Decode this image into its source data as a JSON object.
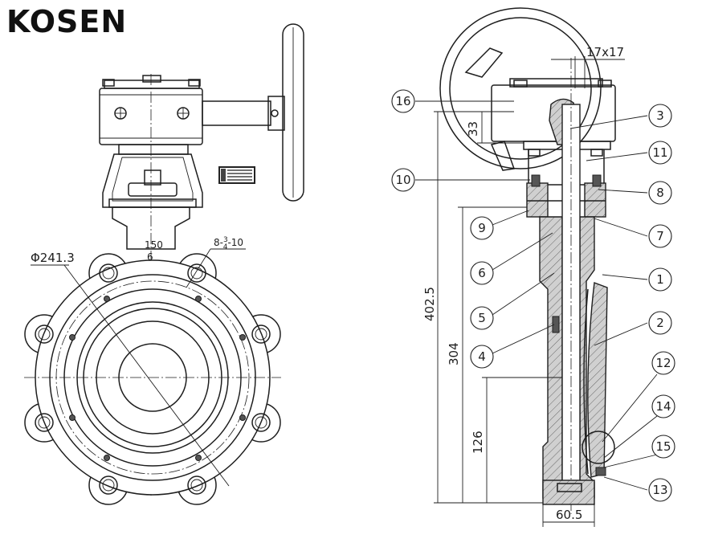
{
  "brand": "KOSEN",
  "left_view": {
    "flange_diameter": "Φ241.3",
    "top_dim_a": "150",
    "top_dim_b": "6",
    "bolt_spec": "8-3/4-10",
    "bolt_spec_parts": {
      "count": "8-",
      "num": "3",
      "den": "4",
      "tail": "-10"
    }
  },
  "right_view": {
    "key_size": "17x17",
    "dim_33": "33",
    "dim_402_5": "402.5",
    "dim_304": "304",
    "dim_126": "126",
    "dim_60_5": "60.5"
  },
  "callouts": [
    {
      "id": "16",
      "label": "16"
    },
    {
      "id": "10",
      "label": "10"
    },
    {
      "id": "9",
      "label": "9"
    },
    {
      "id": "6",
      "label": "6"
    },
    {
      "id": "5",
      "label": "5"
    },
    {
      "id": "4",
      "label": "4"
    },
    {
      "id": "3",
      "label": "3"
    },
    {
      "id": "11",
      "label": "11"
    },
    {
      "id": "8",
      "label": "8"
    },
    {
      "id": "7",
      "label": "7"
    },
    {
      "id": "1",
      "label": "1"
    },
    {
      "id": "2",
      "label": "2"
    },
    {
      "id": "12",
      "label": "12"
    },
    {
      "id": "14",
      "label": "14"
    },
    {
      "id": "15",
      "label": "15"
    },
    {
      "id": "13",
      "label": "13"
    }
  ],
  "colors": {
    "line": "#1e1e1e",
    "section_fill": "#c8c8c8",
    "background": "#ffffff"
  }
}
